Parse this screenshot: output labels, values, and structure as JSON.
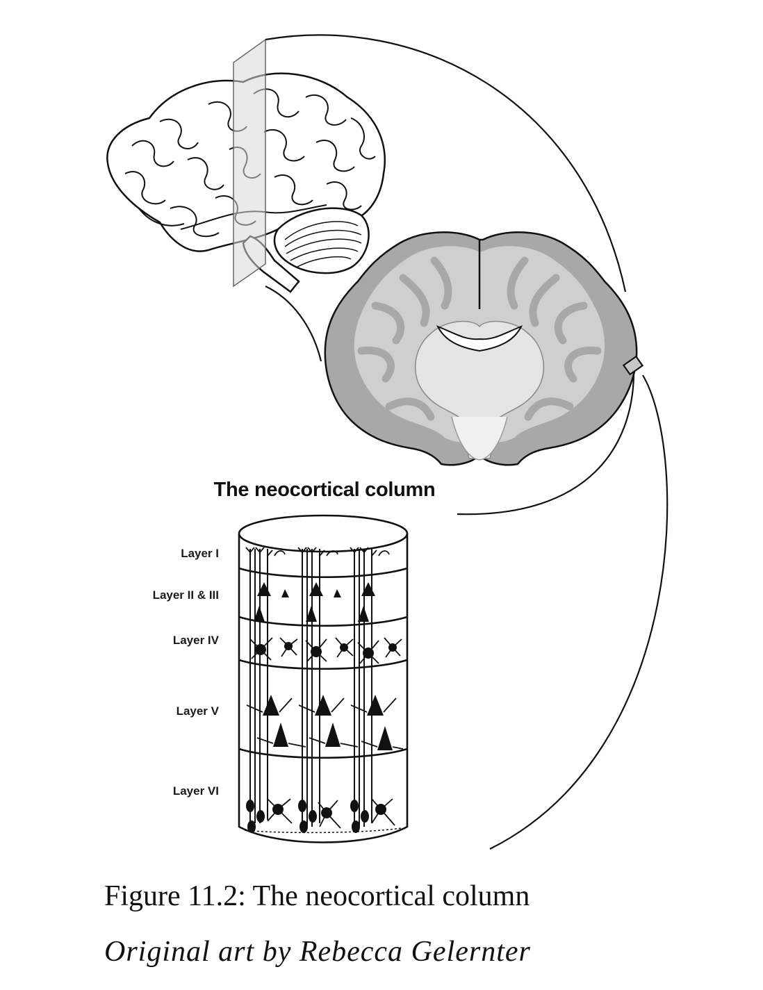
{
  "diagram": {
    "column_title": "The neocortical column",
    "layers": [
      {
        "label": "Layer I"
      },
      {
        "label": "Layer II & III"
      },
      {
        "label": "Layer IV"
      },
      {
        "label": "Layer V"
      },
      {
        "label": "Layer VI"
      }
    ]
  },
  "caption": {
    "title": "Figure 11.2: The neocortical column",
    "credit": "Original art by Rebecca Gelernter"
  },
  "colors": {
    "line": "#111111",
    "white_matter": "#cfcfcf",
    "gray_matter": "#a8a8a8",
    "deep_nuclei": "#e6e6e6",
    "plane": "#d8d8d8"
  }
}
